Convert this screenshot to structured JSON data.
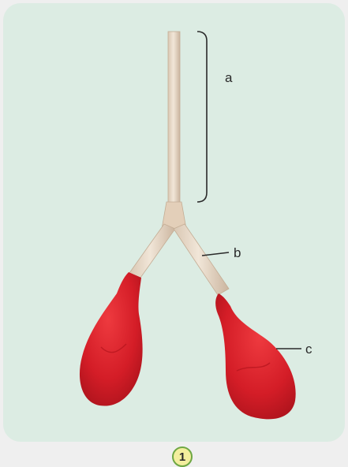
{
  "figure": {
    "labels": {
      "a": "a",
      "b": "b",
      "c": "c"
    },
    "figure_number": "1",
    "colors": {
      "background": "#dcece3",
      "tube": "#e8d8c8",
      "balloon": "#d81f2a",
      "badge_fill": "#f3ee9d",
      "badge_border": "#6ea743"
    }
  }
}
